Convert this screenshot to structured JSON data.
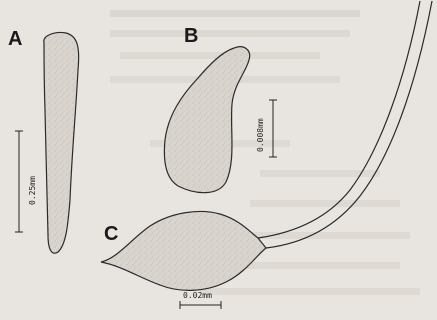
{
  "colors": {
    "background": "#e8e5e0",
    "shape_fill": "#d8d4cd",
    "outline": "#2a2a2a"
  },
  "panels": {
    "a": {
      "label": "A",
      "scale": "0.25mm"
    },
    "b": {
      "label": "B",
      "scale": "0.008mm"
    },
    "c": {
      "label": "C",
      "scale": "0.02mm"
    }
  }
}
